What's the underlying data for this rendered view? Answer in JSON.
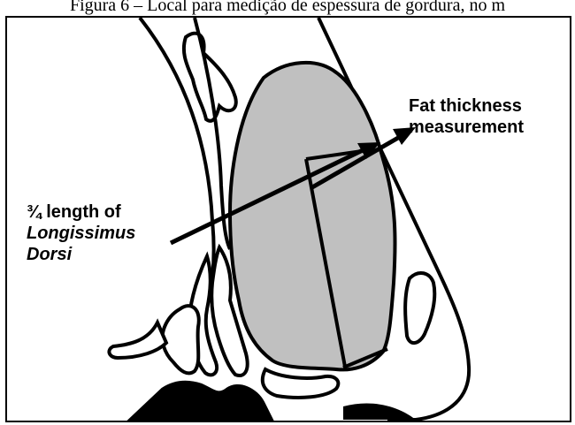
{
  "figure": {
    "caption": "Figura 6 – Local para medição de espessura de gordura, no m",
    "labels": {
      "fat_thickness_line1": "Fat thickness",
      "fat_thickness_line2": "measurement",
      "longissimus_line1": "¾ length of",
      "longissimus_line2": "Longissimus",
      "longissimus_line3": "Dorsi"
    }
  },
  "colors": {
    "muscle_fill": "#c0c0c0",
    "outline": "#000000",
    "background": "#ffffff"
  }
}
